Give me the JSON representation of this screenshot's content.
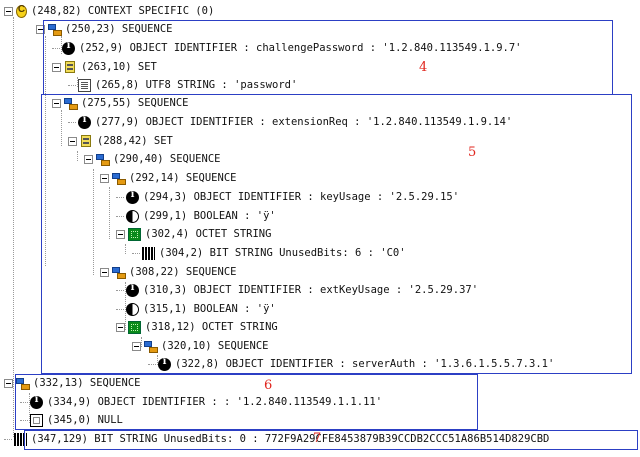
{
  "tree": {
    "rows": [
      {
        "text": "(248,82) CONTEXT SPECIFIC (0)",
        "icon": "context-specific-icon"
      },
      {
        "text": "(250,23) SEQUENCE",
        "icon": "sequence-icon"
      },
      {
        "text": "(252,9) OBJECT IDENTIFIER : challengePassword : '1.2.840.113549.1.9.7'",
        "icon": "object-identifier-icon"
      },
      {
        "text": "(263,10) SET",
        "icon": "set-icon"
      },
      {
        "text": "(265,8) UTF8 STRING : 'password'",
        "icon": "utf8-string-icon"
      },
      {
        "text": "(275,55) SEQUENCE",
        "icon": "sequence-icon"
      },
      {
        "text": "(277,9) OBJECT IDENTIFIER : extensionReq : '1.2.840.113549.1.9.14'",
        "icon": "object-identifier-icon"
      },
      {
        "text": "(288,42) SET",
        "icon": "set-icon"
      },
      {
        "text": "(290,40) SEQUENCE",
        "icon": "sequence-icon"
      },
      {
        "text": "(292,14) SEQUENCE",
        "icon": "sequence-icon"
      },
      {
        "text": "(294,3) OBJECT IDENTIFIER : keyUsage : '2.5.29.15'",
        "icon": "object-identifier-icon"
      },
      {
        "text": "(299,1) BOOLEAN : 'ÿ'",
        "icon": "boolean-icon"
      },
      {
        "text": "(302,4) OCTET STRING",
        "icon": "octet-string-icon"
      },
      {
        "text": "(304,2) BIT STRING UnusedBits: 6 : 'C0'",
        "icon": "bit-string-icon"
      },
      {
        "text": "(308,22) SEQUENCE",
        "icon": "sequence-icon"
      },
      {
        "text": "(310,3) OBJECT IDENTIFIER : extKeyUsage : '2.5.29.37'",
        "icon": "object-identifier-icon"
      },
      {
        "text": "(315,1) BOOLEAN : 'ÿ'",
        "icon": "boolean-icon"
      },
      {
        "text": "(318,12) OCTET STRING",
        "icon": "octet-string-icon"
      },
      {
        "text": "(320,10) SEQUENCE",
        "icon": "sequence-icon"
      },
      {
        "text": "(322,8) OBJECT IDENTIFIER : serverAuth : '1.3.6.1.5.5.7.3.1'",
        "icon": "object-identifier-icon"
      },
      {
        "text": "(332,13) SEQUENCE",
        "icon": "sequence-icon"
      },
      {
        "text": "(334,9) OBJECT IDENTIFIER :  : '1.2.840.113549.1.1.11'",
        "icon": "object-identifier-icon"
      },
      {
        "text": "(345,0) NULL",
        "icon": "null-icon"
      },
      {
        "text": "(347,129) BIT STRING UnusedBits: 0 : 772F9A29CFE8453879B39CCDB2CCC51A86B514D829CBD",
        "icon": "bit-string-icon"
      }
    ]
  },
  "annotations": {
    "label_4": "4",
    "label_5": "5",
    "label_6": "6",
    "label_7": "7"
  },
  "colors": {
    "box_border": "#2c3fc4",
    "annotation_number": "#e0261e"
  }
}
